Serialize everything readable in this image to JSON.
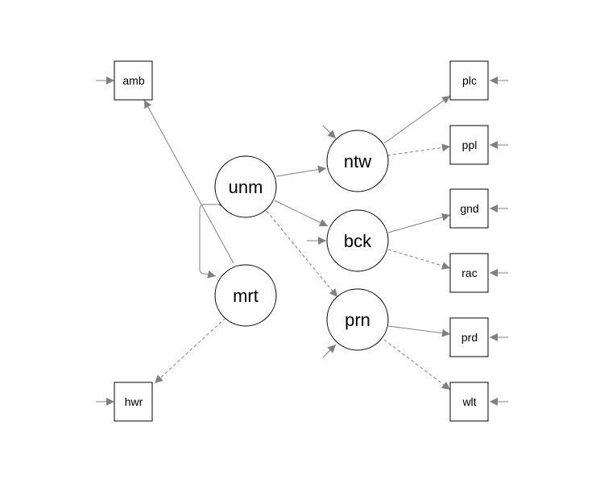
{
  "diagram": {
    "type": "path-diagram",
    "latent_variables": [
      {
        "id": "unm",
        "label": "unm"
      },
      {
        "id": "mrt",
        "label": "mrt"
      },
      {
        "id": "ntw",
        "label": "ntw"
      },
      {
        "id": "bck",
        "label": "bck"
      },
      {
        "id": "prn",
        "label": "prn"
      }
    ],
    "observed_variables": [
      {
        "id": "amb",
        "label": "amb"
      },
      {
        "id": "hwr",
        "label": "hwr"
      },
      {
        "id": "plc",
        "label": "plc"
      },
      {
        "id": "ppl",
        "label": "ppl"
      },
      {
        "id": "gnd",
        "label": "gnd"
      },
      {
        "id": "rac",
        "label": "rac"
      },
      {
        "id": "prd",
        "label": "prd"
      },
      {
        "id": "wlt",
        "label": "wlt"
      }
    ],
    "paths": [
      {
        "from": "mrt",
        "to": "amb",
        "style": "solid"
      },
      {
        "from": "mrt",
        "to": "hwr",
        "style": "dashed"
      },
      {
        "from": "unm",
        "to": "ntw",
        "style": "solid"
      },
      {
        "from": "unm",
        "to": "bck",
        "style": "solid"
      },
      {
        "from": "unm",
        "to": "prn",
        "style": "dashed"
      },
      {
        "from": "ntw",
        "to": "plc",
        "style": "solid"
      },
      {
        "from": "ntw",
        "to": "ppl",
        "style": "dashed"
      },
      {
        "from": "bck",
        "to": "gnd",
        "style": "solid"
      },
      {
        "from": "bck",
        "to": "rac",
        "style": "dashed"
      },
      {
        "from": "prn",
        "to": "prd",
        "style": "solid"
      },
      {
        "from": "prn",
        "to": "wlt",
        "style": "dashed"
      }
    ],
    "covariances": [
      {
        "between": [
          "unm",
          "mrt"
        ],
        "style": "solid"
      }
    ],
    "residual_arrows": [
      "amb",
      "hwr",
      "plc",
      "ppl",
      "gnd",
      "rac",
      "prd",
      "wlt",
      "ntw",
      "bck",
      "prn"
    ],
    "colors": {
      "edge": "#808080",
      "node_stroke": "#000000",
      "node_fill": "#ffffff"
    }
  }
}
